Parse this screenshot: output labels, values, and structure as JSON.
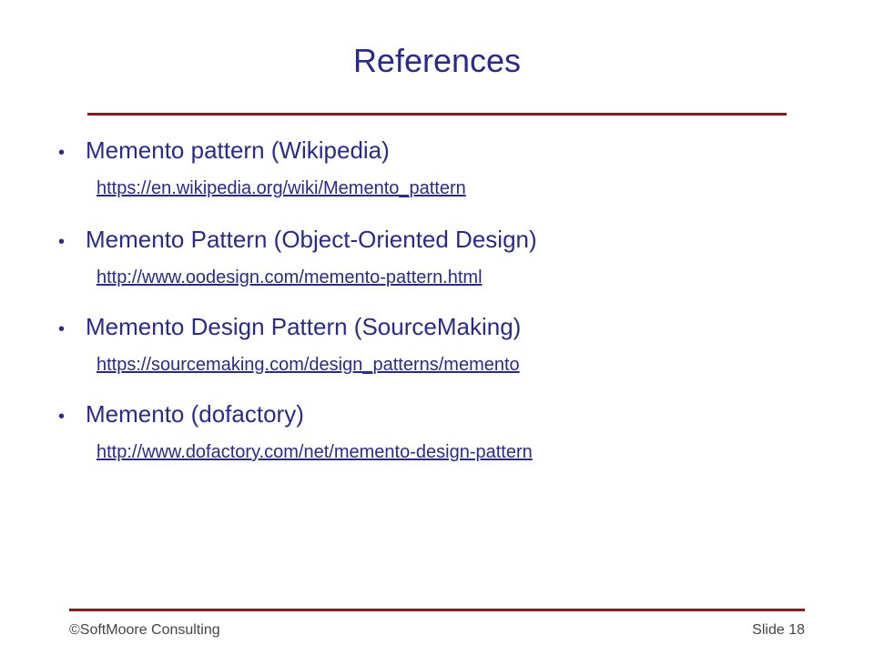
{
  "slide": {
    "title": "References",
    "items": [
      {
        "label": "Memento pattern (Wikipedia)",
        "url": "https://en.wikipedia.org/wiki/Memento_pattern"
      },
      {
        "label": "Memento Pattern (Object-Oriented Design)",
        "url": "http://www.oodesign.com/memento-pattern.html"
      },
      {
        "label": "Memento Design Pattern (SourceMaking)",
        "url": "https://sourcemaking.com/design_patterns/memento"
      },
      {
        "label": "Memento (dofactory)",
        "url": "http://www.dofactory.com/net/memento-design-pattern"
      }
    ],
    "footer": {
      "copyright": "©SoftMoore Consulting",
      "slide_number": "Slide 18"
    },
    "colors": {
      "text": "#2a2a8c",
      "rule": "#8b1a1a",
      "footer_text": "#444444"
    }
  }
}
